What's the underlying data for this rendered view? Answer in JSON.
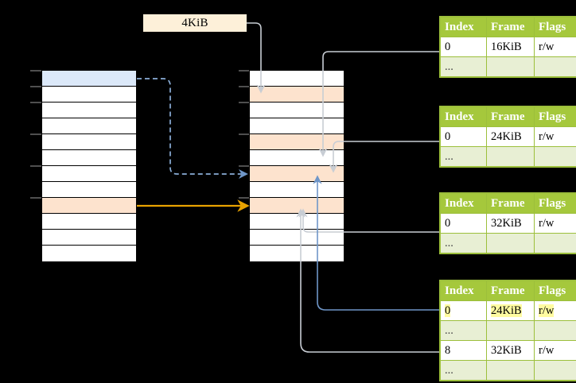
{
  "diagram": {
    "title_label": "4KiB",
    "kind": "page-table-translation-diagram"
  },
  "virtual_column": {
    "name": "virtual-address-space",
    "row_count": 12,
    "rows": [
      {
        "index": 0,
        "fill": "blue"
      },
      {
        "index": 1,
        "fill": "white"
      },
      {
        "index": 2,
        "fill": "white"
      },
      {
        "index": 3,
        "fill": "white"
      },
      {
        "index": 4,
        "fill": "white"
      },
      {
        "index": 5,
        "fill": "white"
      },
      {
        "index": 6,
        "fill": "white"
      },
      {
        "index": 7,
        "fill": "white"
      },
      {
        "index": 8,
        "fill": "peach"
      },
      {
        "index": 9,
        "fill": "white"
      },
      {
        "index": 10,
        "fill": "white"
      },
      {
        "index": 11,
        "fill": "white"
      }
    ]
  },
  "physical_column": {
    "name": "physical-memory",
    "row_count": 12,
    "rows": [
      {
        "index": 0,
        "fill": "white"
      },
      {
        "index": 1,
        "fill": "peach"
      },
      {
        "index": 2,
        "fill": "white"
      },
      {
        "index": 3,
        "fill": "white"
      },
      {
        "index": 4,
        "fill": "peach"
      },
      {
        "index": 5,
        "fill": "white"
      },
      {
        "index": 6,
        "fill": "peach"
      },
      {
        "index": 7,
        "fill": "white"
      },
      {
        "index": 8,
        "fill": "peach"
      },
      {
        "index": 9,
        "fill": "white"
      },
      {
        "index": 10,
        "fill": "white"
      },
      {
        "index": 11,
        "fill": "white"
      }
    ]
  },
  "tables": [
    {
      "name": "page-table-1",
      "headers": [
        "Index",
        "Frame",
        "Flags"
      ],
      "rows": [
        {
          "cells": [
            "0",
            "16KiB",
            "r/w"
          ],
          "style": "normal",
          "highlight": false
        },
        {
          "cells": [
            "...",
            "",
            ""
          ],
          "style": "ellipsis",
          "highlight": false
        }
      ]
    },
    {
      "name": "page-table-2",
      "headers": [
        "Index",
        "Frame",
        "Flags"
      ],
      "rows": [
        {
          "cells": [
            "0",
            "24KiB",
            "r/w"
          ],
          "style": "normal",
          "highlight": false
        },
        {
          "cells": [
            "...",
            "",
            ""
          ],
          "style": "ellipsis",
          "highlight": false
        }
      ]
    },
    {
      "name": "page-table-3",
      "headers": [
        "Index",
        "Frame",
        "Flags"
      ],
      "rows": [
        {
          "cells": [
            "0",
            "32KiB",
            "r/w"
          ],
          "style": "normal",
          "highlight": false
        },
        {
          "cells": [
            "...",
            "",
            ""
          ],
          "style": "ellipsis",
          "highlight": false
        }
      ]
    },
    {
      "name": "page-table-4",
      "headers": [
        "Index",
        "Frame",
        "Flags"
      ],
      "rows": [
        {
          "cells": [
            "0",
            "24KiB",
            "r/w"
          ],
          "style": "normal",
          "highlight": true
        },
        {
          "cells": [
            "...",
            "",
            ""
          ],
          "style": "ellipsis",
          "highlight": false
        },
        {
          "cells": [
            "8",
            "32KiB",
            "r/w"
          ],
          "style": "normal",
          "highlight": false
        },
        {
          "cells": [
            "...",
            "",
            ""
          ],
          "style": "ellipsis",
          "highlight": false
        }
      ]
    }
  ],
  "colors": {
    "table_header": "#a5c83c",
    "table_alt_row": "#e8efd4",
    "highlight_yellow": "#fffba0",
    "blue_cell": "#dce9f9",
    "peach_cell": "#fde3ce",
    "label_box": "#fdf0d9",
    "orange_arrow": "#e8a200",
    "blue_arrow": "#6f96c8",
    "gray_arrow": "#c8cdd4"
  }
}
